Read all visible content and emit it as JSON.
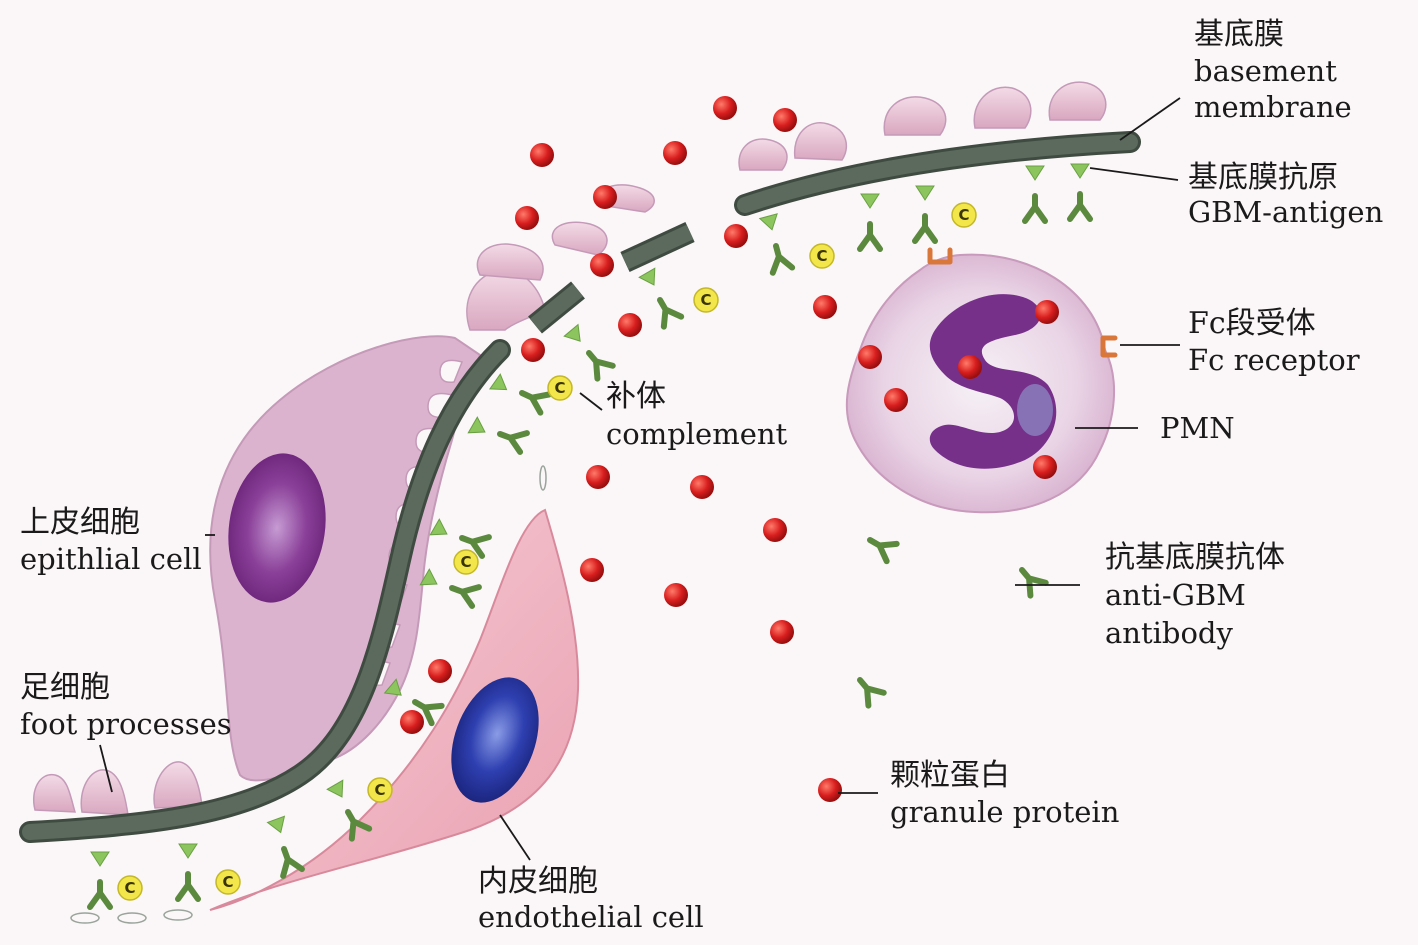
{
  "labels": {
    "basement_membrane": {
      "zh": "基底膜",
      "en1": "basement",
      "en2": "membrane"
    },
    "gbm_antigen": {
      "zh": "基底膜抗原",
      "en": "GBM-antigen"
    },
    "fc_receptor": {
      "zh": "Fc段受体",
      "en": "Fc receptor"
    },
    "pmn": {
      "en": "PMN"
    },
    "complement": {
      "zh": "补体",
      "en": "complement"
    },
    "epithelial_cell": {
      "zh": "上皮细胞",
      "en": "epithlial cell"
    },
    "anti_gbm_antibody": {
      "zh": "抗基底膜抗体",
      "en1": "anti-GBM",
      "en2": "antibody"
    },
    "foot_processes": {
      "zh": "足细胞",
      "en": "foot processes"
    },
    "granule_protein": {
      "zh": "颗粒蛋白",
      "en": "granule protein"
    },
    "endothelial_cell": {
      "zh": "内皮细胞",
      "en": "endothelial cell"
    }
  },
  "complement_symbol": "C",
  "colors": {
    "background": "#fbf7f8",
    "membrane": "#5b6a5d",
    "membrane_edge": "#3f4b41",
    "antigen": "#8cc45e",
    "antibody": "#5b8a3e",
    "complement": "#f2e64a",
    "granule": "#d81e1e",
    "epithelial": "#dcb3cf",
    "foot": "#e7c2d3",
    "endothelial": "#efb3bf",
    "pmn": "#dcb5d3",
    "pmn_nucleus": "#76308a",
    "endo_nucleus": "#2b3aa6",
    "fc_receptor": "#d9773a"
  }
}
